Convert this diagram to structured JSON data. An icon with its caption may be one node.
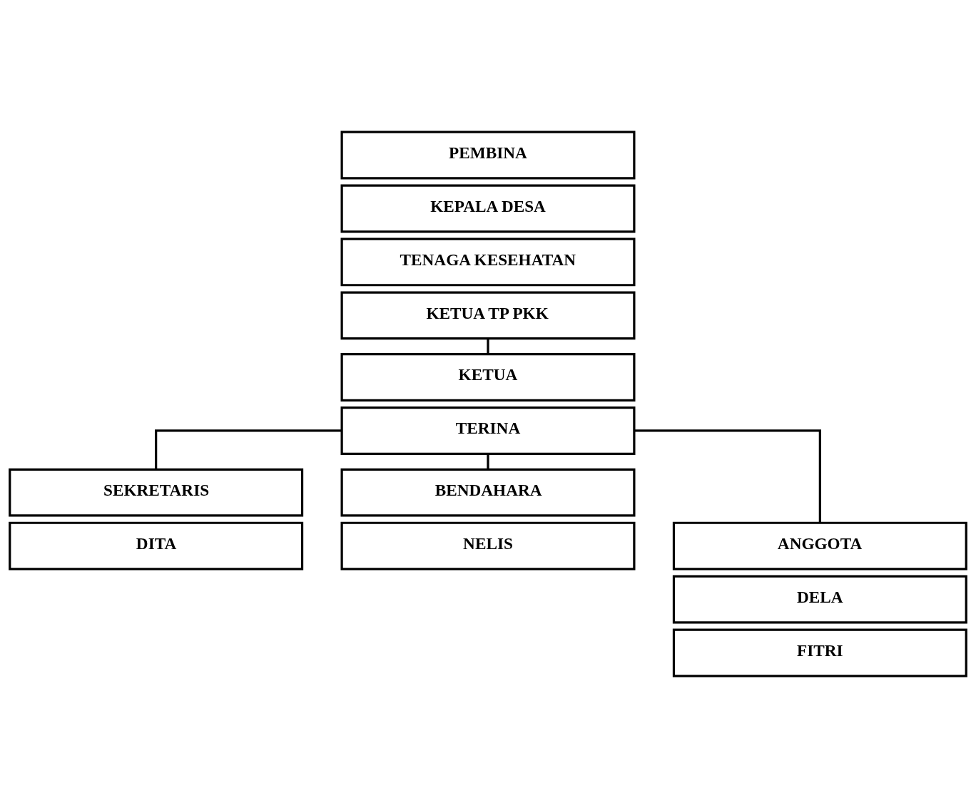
{
  "diagram": {
    "nodes": [
      {
        "text": [
          "PEMBINA"
        ]
      },
      {
        "text": [
          "KEPALA DESA"
        ]
      },
      {
        "text": [
          "TENAGA KESEHATAN"
        ]
      },
      {
        "text": [
          "KETUA TP PKK"
        ]
      },
      {
        "text": [
          "KETUA"
        ]
      },
      {
        "text": [
          "TERINA"
        ]
      },
      {
        "text": [
          "SEKRETARIS"
        ]
      },
      {
        "text": [
          "DITA"
        ]
      },
      {
        "text": [
          "BENDAHARA"
        ]
      },
      {
        "text": [
          "NELIS"
        ]
      },
      {
        "text": [
          "ANGGOTA"
        ]
      },
      {
        "text": [
          "DELA"
        ]
      },
      {
        "text": [
          "FITRI"
        ]
      }
    ],
    "edges": [
      {
        "from": 3,
        "to": 4,
        "arrow": "none"
      },
      {
        "from": 5,
        "to": 6,
        "arrow": "none"
      },
      {
        "from": 5,
        "to": 10,
        "arrow": "none"
      },
      {
        "from": 5,
        "to": 8,
        "arrow": "none"
      }
    ]
  }
}
